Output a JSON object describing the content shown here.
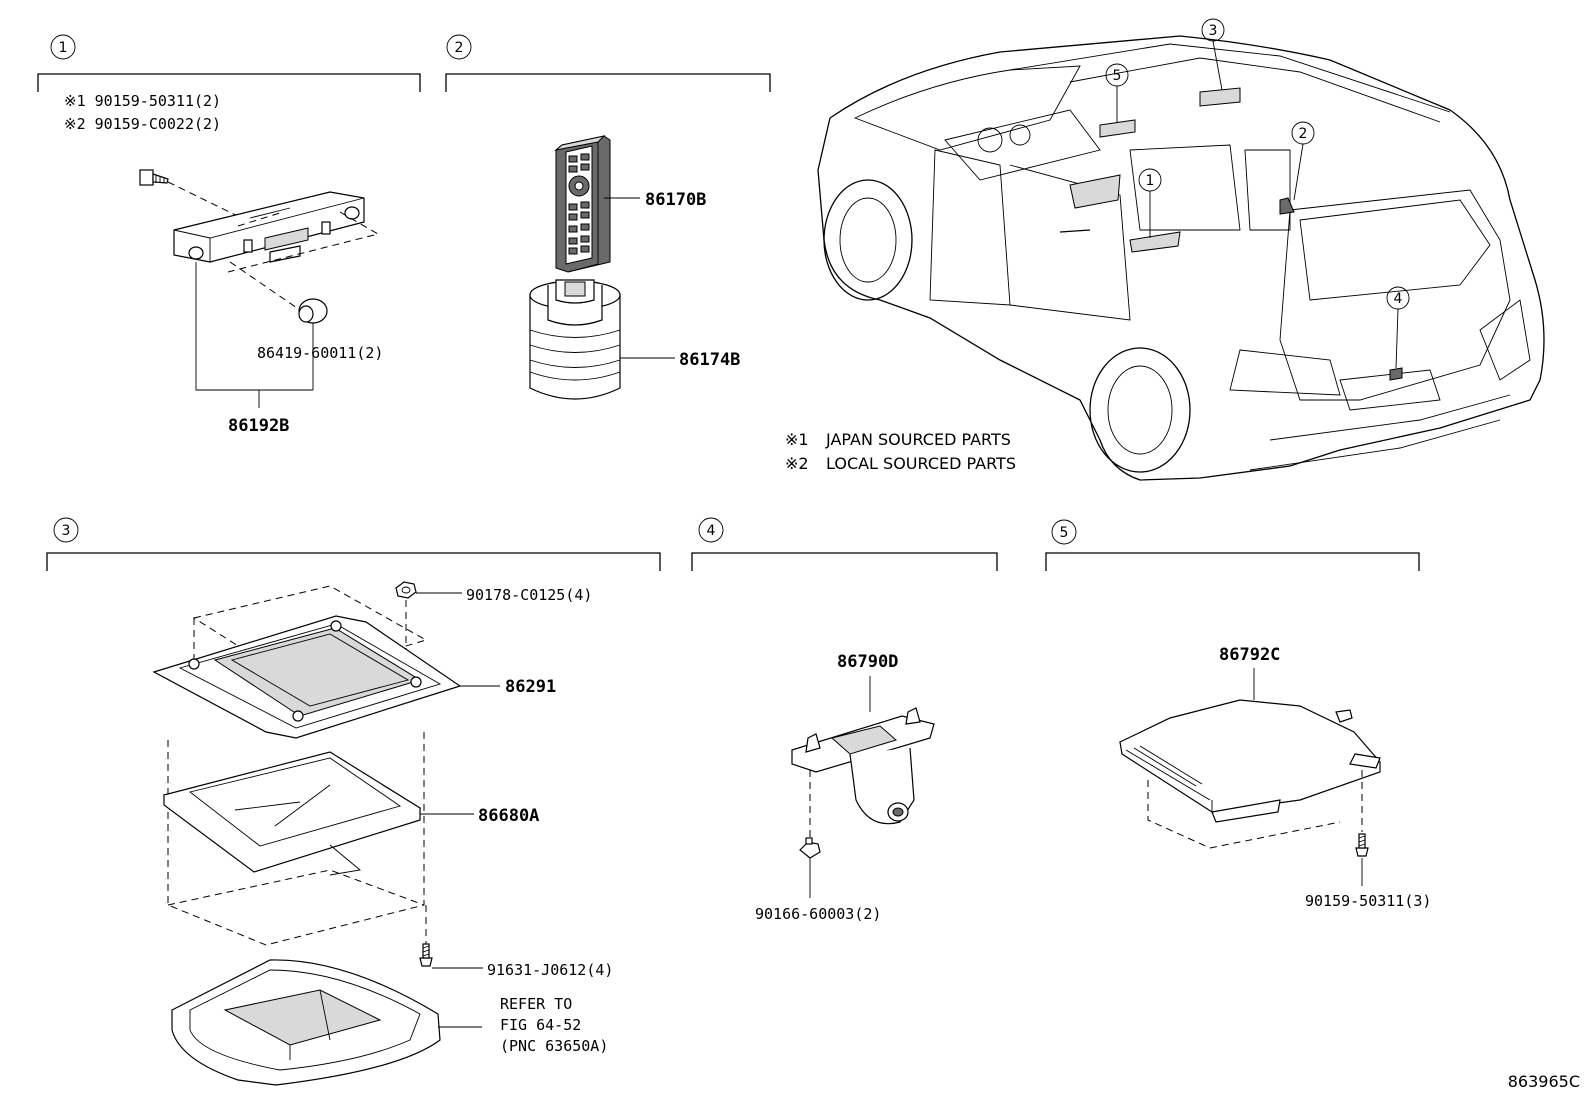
{
  "sections": [
    {
      "number": "1",
      "parts": {
        "screw_jp": "※1 90159-50311(2)",
        "screw_local": "※2 90159-C0022(2)",
        "bulb": "86419-60011(2)",
        "assembly": "86192B"
      }
    },
    {
      "number": "2",
      "parts": {
        "remote": "86170B",
        "holder": "86174B"
      }
    },
    {
      "number": "3",
      "parts": {
        "nut": "90178-C0125(4)",
        "bracket": "86291",
        "display": "86680A",
        "screw": "91631-J0612(4)",
        "refer_line1": "REFER TO",
        "refer_line2": "FIG 64-52",
        "refer_line3": "(PNC 63650A)"
      }
    },
    {
      "number": "4",
      "parts": {
        "camera": "86790D",
        "clip": "90166-60003(2)"
      }
    },
    {
      "number": "5",
      "parts": {
        "ecu": "86792C",
        "screw": "90159-50311(3)"
      }
    }
  ],
  "vehicle_callouts": [
    "1",
    "2",
    "3",
    "4",
    "5"
  ],
  "legend": [
    {
      "mark": "※1",
      "text": "JAPAN SOURCED PARTS"
    },
    {
      "mark": "※2",
      "text": "LOCAL SOURCED PARTS"
    }
  ],
  "figure_id": "863965C"
}
